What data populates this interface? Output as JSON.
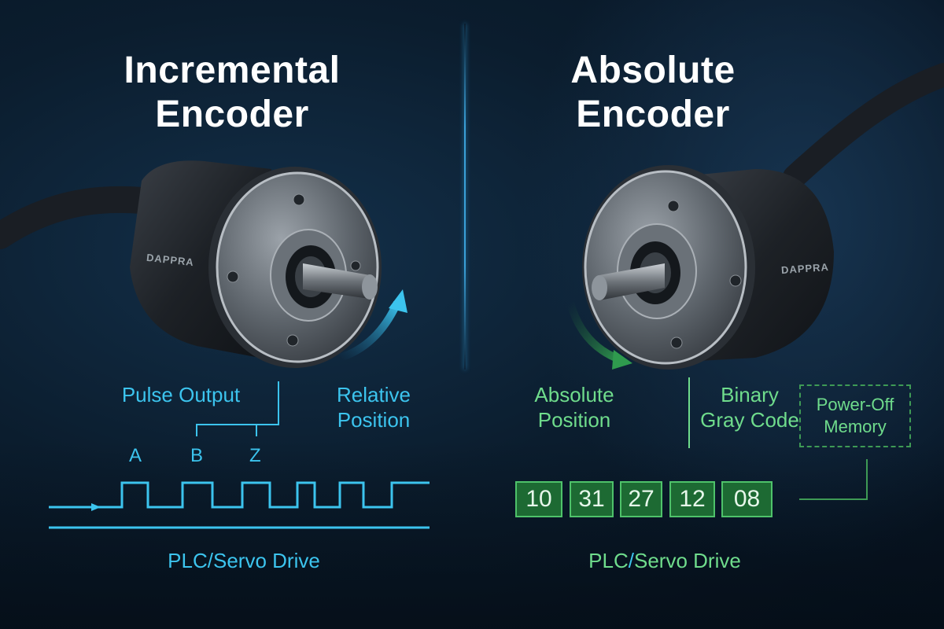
{
  "left_panel": {
    "title_line1": "Incremental",
    "title_line2": "Encoder",
    "brand": "DAPPRA",
    "label_pulse_output": "Pulse Output",
    "label_relative_line1": "Relative",
    "label_relative_line2": "Position",
    "channels": [
      "A",
      "B",
      "Z"
    ],
    "footer_plc": "PLC",
    "footer_sep": "/",
    "footer_drive": "Servo Drive",
    "accent_color": "#3cc4ee"
  },
  "right_panel": {
    "title_line1": "Absolute",
    "title_line2": "Encoder",
    "brand": "DAPPRA",
    "label_absolute_line1": "Absolute",
    "label_absolute_line2": "Position",
    "label_binary_line1": "Binary",
    "label_binary_line2": "Gray Code",
    "memory_line1": "Power-Off",
    "memory_line2": "Memory",
    "codes": [
      "10",
      "31",
      "27",
      "12",
      "08"
    ],
    "footer_plc": "PLC",
    "footer_sep": "/",
    "footer_drive": "Servo Drive",
    "accent_color": "#6fdc8c",
    "code_box_fill": "#1d6a33"
  }
}
